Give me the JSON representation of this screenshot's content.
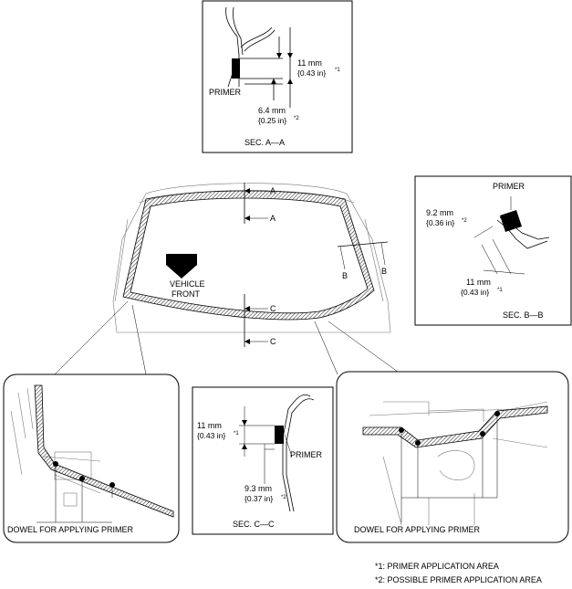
{
  "secAA": {
    "dim1_value": "11 mm",
    "dim1_inch": "{0.43 in}",
    "dim1_ref": "*1",
    "dim2_value": "6.4 mm",
    "dim2_inch": "{0.25 in}",
    "dim2_ref": "*2",
    "primer_label": "PRIMER",
    "section_title": "SEC. A—A"
  },
  "secBB": {
    "primer_label": "PRIMER",
    "dim1_value": "9.2 mm",
    "dim1_inch": "{0.36 in}",
    "dim1_ref": "*2",
    "dim2_value": "11 mm",
    "dim2_inch": "{0.43 in}",
    "dim2_ref": "*1",
    "section_title": "SEC. B—B"
  },
  "secCC": {
    "dim1_value": "11 mm",
    "dim1_inch": "{0.43 in}",
    "dim1_ref": "*1",
    "primer_label": "PRIMER",
    "dim2_value": "9.3 mm",
    "dim2_inch": "{0.37 in}",
    "dim2_ref": "*2",
    "section_title": "SEC. C—C"
  },
  "windshield": {
    "cut_a_top": "A",
    "cut_a_bottom": "A",
    "cut_b_left": "B",
    "cut_b_right": "B",
    "cut_c_top": "C",
    "cut_c_bottom": "C",
    "vehicle_front_line1": "VEHICLE",
    "vehicle_front_line2": "FRONT"
  },
  "detail_left": {
    "caption": "DOWEL FOR APPLYING PRIMER"
  },
  "detail_right": {
    "caption": "DOWEL FOR APPLYING PRIMER"
  },
  "legend": {
    "note1": "*1: PRIMER APPLICATION AREA",
    "note2": "*2: POSSIBLE PRIMER APPLICATION AREA"
  }
}
